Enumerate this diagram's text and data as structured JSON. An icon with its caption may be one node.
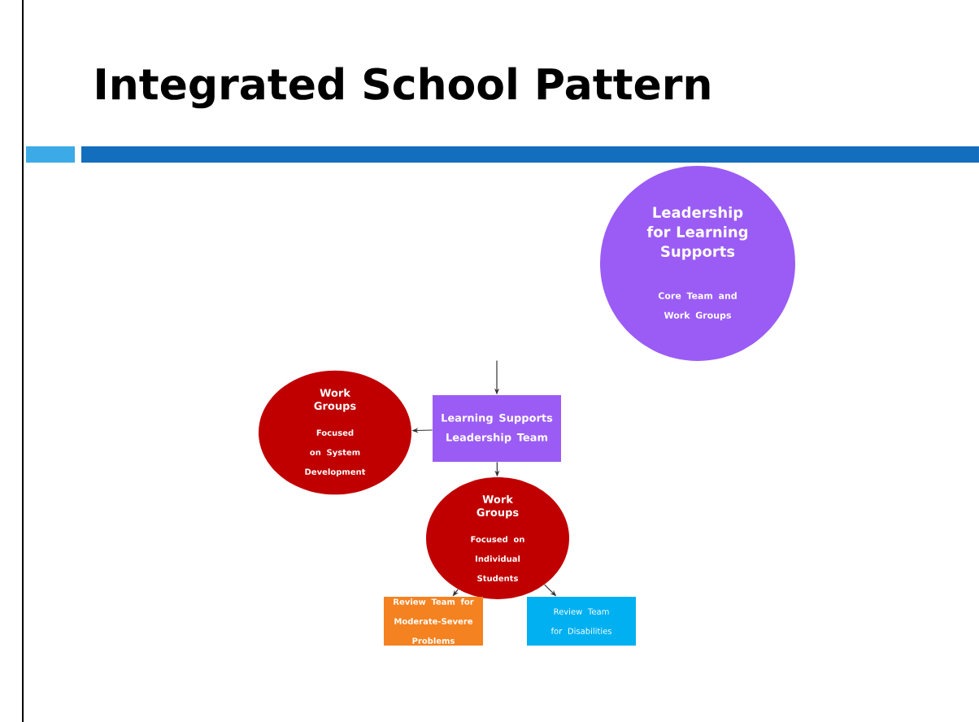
{
  "diagram": {
    "title": "Integrated School Pattern",
    "nodes": [
      {
        "text": [
          "Leadership for Learning Supports",
          "Core Team and Work Groups"
        ]
      },
      {
        "text": [
          "Learning Supports Leadership Team"
        ]
      },
      {
        "text": [
          "Work Groups",
          "Focused on System Development"
        ]
      },
      {
        "text": [
          "Work Groups",
          "Focused on Individual Students"
        ]
      },
      {
        "text": [
          "Review Team for Moderate-Severe Problems"
        ]
      },
      {
        "text": [
          "Review Team for Disabilities"
        ]
      }
    ],
    "edges": [
      {
        "from": null,
        "to": 1,
        "arrow": "to"
      },
      {
        "from": 1,
        "to": 2,
        "arrow": "to"
      },
      {
        "from": 1,
        "to": 3,
        "arrow": "to"
      },
      {
        "from": 3,
        "to": 4,
        "arrow": "to"
      },
      {
        "from": 3,
        "to": 5,
        "arrow": "to"
      }
    ]
  }
}
